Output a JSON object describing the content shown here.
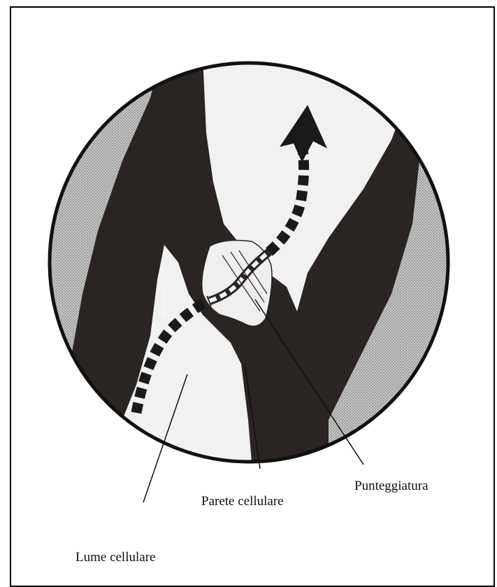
{
  "labels": {
    "lume": "Lume cellulare",
    "parete": "Parete cellulare",
    "punteggiatura": "Punteggiatura"
  },
  "colors": {
    "wall": "#2a2422",
    "lumen": "#f2f2f2",
    "stipple": "#b9b9b9",
    "ink": "#111111"
  }
}
